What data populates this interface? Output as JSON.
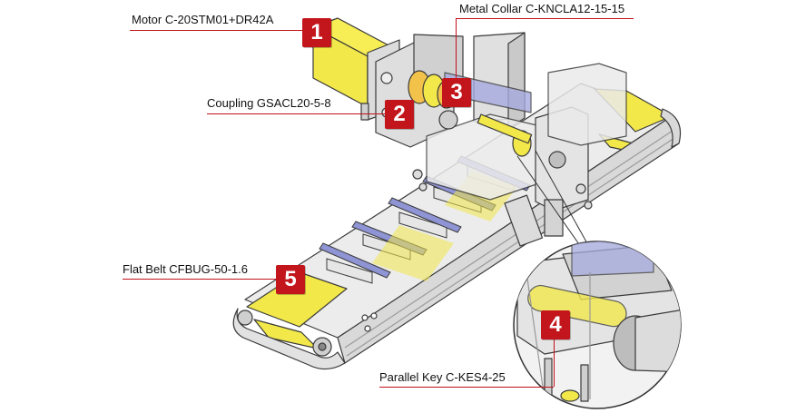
{
  "callouts": [
    {
      "number": "1",
      "label": "Motor C-20STM01+DR42A"
    },
    {
      "number": "2",
      "label": "Coupling  GSACL20-5-8"
    },
    {
      "number": "3",
      "label": "Metal Collar  C-KNCLA12-15-15"
    },
    {
      "number": "4",
      "label": "Parallel Key C-KES4-25"
    },
    {
      "number": "5",
      "label": "Flat Belt  CFBUG-50-1.6"
    }
  ],
  "colors": {
    "accent": "#c3161c",
    "belt": "#f2e84a",
    "frame": "#d9d9d9",
    "bar": "#8e94d4",
    "outline": "#3a3a3a"
  }
}
